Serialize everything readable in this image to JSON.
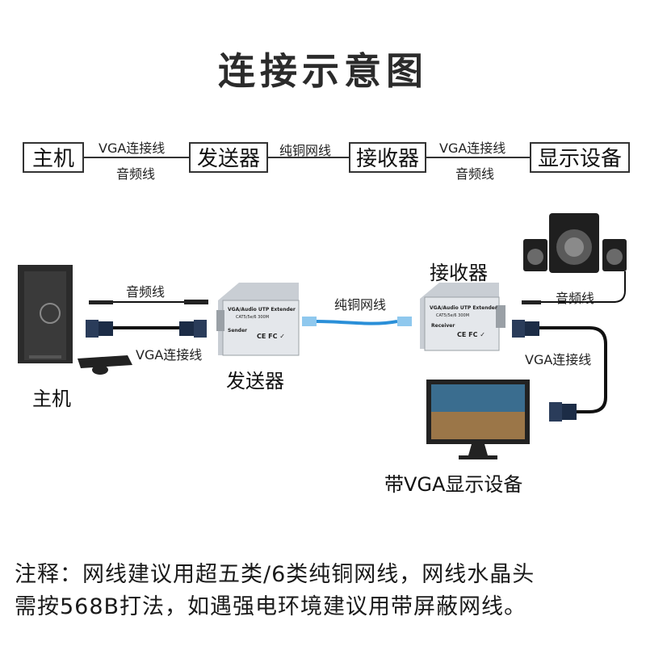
{
  "title": "连接示意图",
  "flow": {
    "nodes": [
      "主机",
      "发送器",
      "接收器",
      "显示设备"
    ],
    "links": [
      {
        "top": "VGA连接线",
        "bottom": "音频线"
      },
      {
        "top": "纯铜网线",
        "bottom": ""
      },
      {
        "top": "VGA连接线",
        "bottom": "音频线"
      }
    ]
  },
  "illustration": {
    "host_label": "主机",
    "sender_label": "发送器",
    "receiver_label": "接收器",
    "monitor_label": "带VGA显示设备",
    "left_audio_label": "音频线",
    "left_vga_label": "VGA连接线",
    "network_label": "纯铜网线",
    "right_audio_label": "音频线",
    "right_vga_label": "VGA连接线",
    "sender_device_title": "VGA/Audio UTP Extender",
    "sender_device_sub": "CAT5/5e/6  300M",
    "sender_device_name": "Sender",
    "receiver_device_title": "VGA/Audio UTP Extender",
    "receiver_device_sub": "CAT5/5e/6  300M",
    "receiver_device_name": "Receiver",
    "cert_marks": "CE  FC  ✓"
  },
  "note": {
    "line1": "注释：网线建议用超五类/6类纯铜网线，网线水晶头",
    "line2": "需按568B打法，如遇强电环境建议用带屏蔽网线。"
  },
  "colors": {
    "accent_cable": "#2a8fd8",
    "box_border": "#333333",
    "device_body": "#d9dde2"
  }
}
